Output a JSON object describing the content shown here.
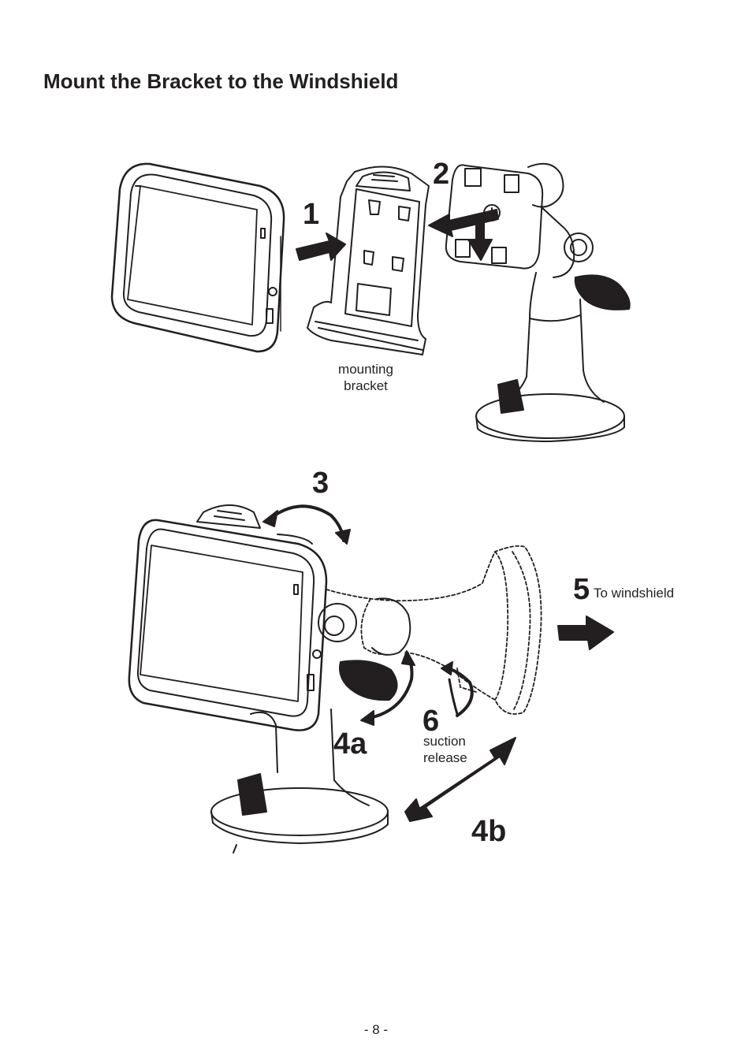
{
  "page": {
    "title": "Mount the Bracket to the Windshield",
    "page_number": "- 8 -"
  },
  "figure_top": {
    "steps": {
      "s1": "1",
      "s2": "2"
    },
    "label_line1": "mounting",
    "label_line2": "bracket"
  },
  "figure_bottom": {
    "steps": {
      "s3": "3",
      "s4a": "4a",
      "s4b": "4b",
      "s5": "5",
      "s6": "6"
    },
    "to_windshield": "To windshield",
    "suction_line1": "suction",
    "suction_line2": "release"
  },
  "colors": {
    "ink": "#231f20",
    "paper": "#ffffff"
  }
}
